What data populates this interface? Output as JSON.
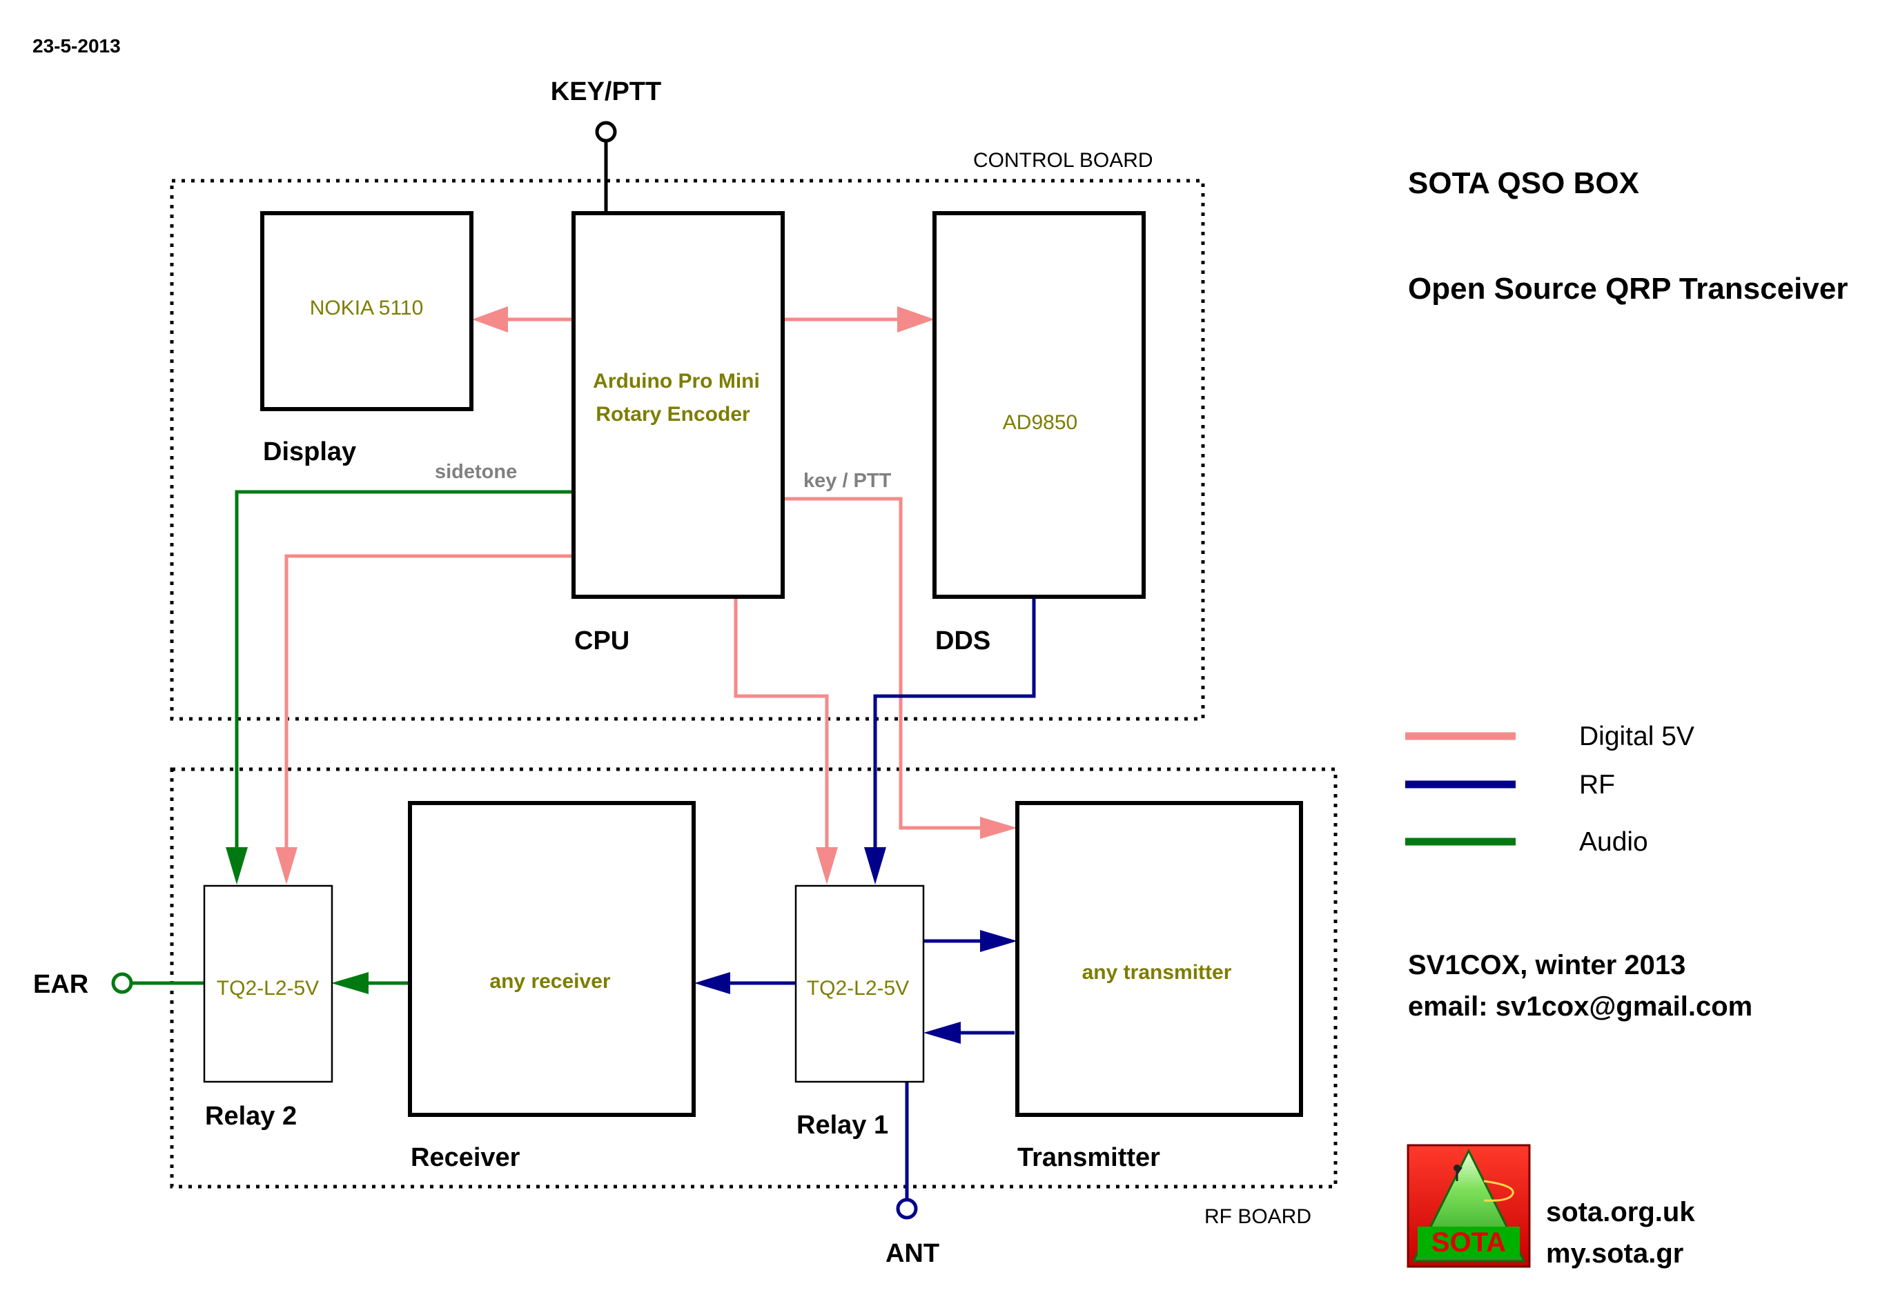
{
  "date": "23-5-2013",
  "boards": {
    "control": "CONTROL BOARD",
    "rf": "RF BOARD"
  },
  "blocks": {
    "display": {
      "text": "NOKIA 5110",
      "label": "Display"
    },
    "cpu": {
      "line1": "Arduino Pro Mini",
      "line2": "Rotary Encoder",
      "label": "CPU"
    },
    "dds": {
      "text": "AD9850",
      "label": "DDS"
    },
    "relay2": {
      "text": "TQ2-L2-5V",
      "label": "Relay 2"
    },
    "receiver": {
      "text": "any receiver",
      "label": "Receiver"
    },
    "relay1": {
      "text": "TQ2-L2-5V",
      "label": "Relay 1"
    },
    "transmitter": {
      "text": "any transmitter",
      "label": "Transmitter"
    }
  },
  "signals": {
    "sidetone": "sidetone",
    "key_ptt": "key / PTT"
  },
  "terminals": {
    "key": "KEY/PTT",
    "ear": "EAR",
    "ant": "ANT"
  },
  "title": {
    "line1": "SOTA QSO BOX",
    "line2": "Open Source QRP Transceiver"
  },
  "legend": [
    {
      "label": "Digital 5V",
      "color": "#f48a8a"
    },
    {
      "label": "RF",
      "color": "#00008b"
    },
    {
      "label": "Audio",
      "color": "#007a10"
    }
  ],
  "author": {
    "line1": "SV1COX, winter 2013",
    "line2": "email: sv1cox@gmail.com"
  },
  "logo": {
    "text": "SOTA"
  },
  "links": {
    "line1": "sota.org.uk",
    "line2": "my.sota.gr"
  }
}
